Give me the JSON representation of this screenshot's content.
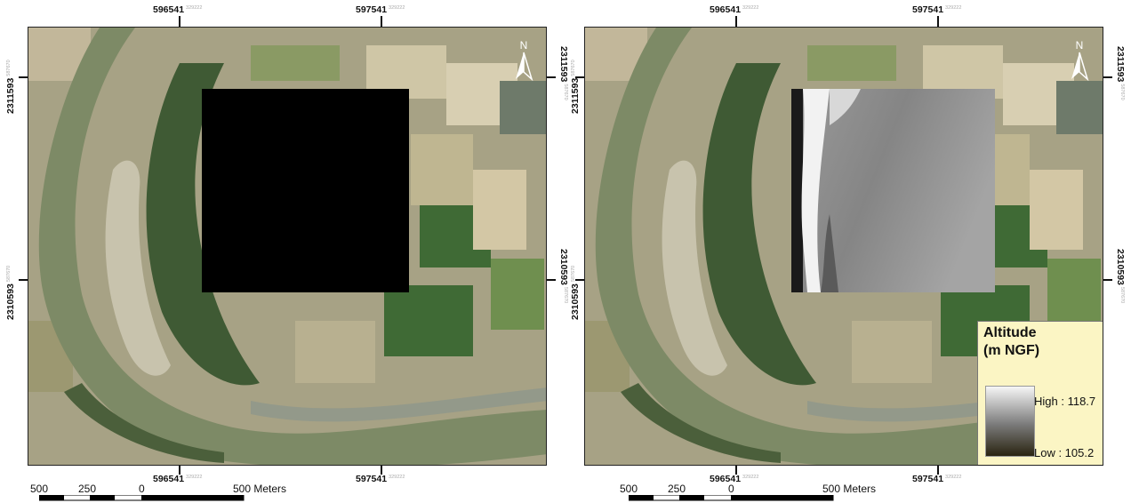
{
  "panels": [
    {
      "id": "left",
      "overlay": "black-block",
      "top_labels": [
        "596541",
        "597541"
      ],
      "bottom_labels": [
        "596541",
        "597541"
      ],
      "side_labels": [
        "2311593",
        "2310593"
      ],
      "small_x": "329222",
      "small_y": "587670"
    },
    {
      "id": "right",
      "overlay": "grayscale-dem",
      "top_labels": [
        "596541",
        "597541"
      ],
      "bottom_labels": [
        "596541",
        "597541"
      ],
      "side_labels": [
        "2311593",
        "2310593"
      ],
      "small_x": "329222",
      "small_y": "587670"
    }
  ],
  "north_arrow": {
    "label": "N",
    "icon": "north-arrow-icon"
  },
  "scale_bar": {
    "ticks": [
      "500",
      "250",
      "0",
      "500"
    ],
    "unit": "Meters"
  },
  "legend": {
    "title_line1": "Altitude",
    "title_line2": "(m NGF)",
    "high": "High : 118.7",
    "low": "Low : 105.2"
  },
  "colors": {
    "river": "#7d8a66",
    "forest": "#3f5a34",
    "sand": "#c8c3ad",
    "field_light": "#cfc6a6",
    "field_green": "#6f8f4f",
    "legend_bg": "#fbf5c4"
  }
}
